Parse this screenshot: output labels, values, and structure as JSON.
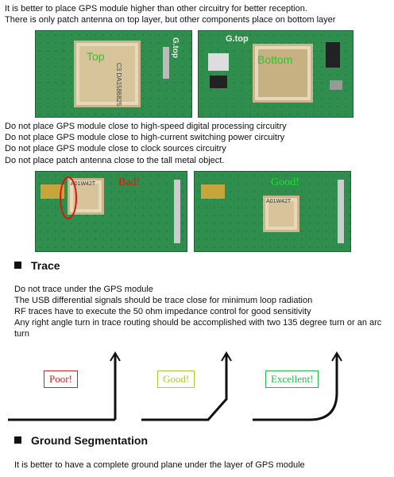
{
  "intro": {
    "line1": "It is better to place GPS module higher than other circuitry for better reception.",
    "line2": "There is only patch antenna on top layer, but other components place on bottom layer"
  },
  "photos_top": {
    "left_label": "Top",
    "left_brand": "G.top",
    "left_text": "C3 DA1586825",
    "right_label": "Bottom",
    "right_brand": "G.top"
  },
  "placement_rules": [
    "Do not place GPS module close to high-speed digital processing circuitry",
    "Do not place GPS module close to high-current switching power circuitry",
    "Do not place GPS module close to clock sources circuitry",
    "Do not place patch antenna close to the tall metal object."
  ],
  "photos_mid": {
    "left_label": "Bad!",
    "left_code": "A01W42T",
    "right_label": "Good!",
    "right_code": "A01W42T"
  },
  "trace": {
    "heading": "Trace",
    "items": [
      "Do not trace under the GPS module",
      "The USB differential signals should be trace close for minimum loop radiation",
      "RF traces have to execute the 50 ohm impedance control for good sensitivity",
      "Any right angle turn in trace routing should be accomplished with two 135 degree turn or an arc",
      "turn"
    ],
    "examples": [
      {
        "label": "Poor!",
        "color": "#cc2222"
      },
      {
        "label": "Good!",
        "color": "#aacc33"
      },
      {
        "label": "Excellent!",
        "color": "#22bb44"
      }
    ]
  },
  "ground": {
    "heading": "Ground Segmentation",
    "text": "It is better to have a complete ground plane under the layer of GPS module"
  }
}
